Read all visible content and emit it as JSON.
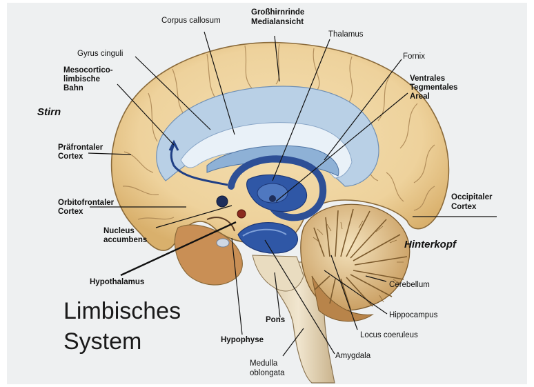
{
  "diagram": {
    "title_lines": [
      "Limbisches",
      "System"
    ],
    "regions": {
      "stirn": "Stirn",
      "hinterkopf": "Hinterkopf"
    },
    "labels": {
      "corpus_callosum": "Corpus callosum",
      "grosshirnrinde_1": "Großhirnrinde",
      "grosshirnrinde_2": "Medialansicht",
      "thalamus": "Thalamus",
      "fornix": "Fornix",
      "vta_1": "Ventrales",
      "vta_2": "Tegmentales",
      "vta_3": "Areal",
      "gyrus_cinguli": "Gyrus cinguli",
      "mesocortico_1": "Mesocortico-",
      "mesocortico_2": "limbische",
      "mesocortico_3": "Bahn",
      "praefrontaler_1": "Präfrontaler",
      "praefrontaler_2": "Cortex",
      "orbitofrontaler_1": "Orbitofrontaler",
      "orbitofrontaler_2": "Cortex",
      "nucleus_1": "Nucleus",
      "nucleus_2": "accumbens",
      "occipitaler_1": "Occipitaler",
      "occipitaler_2": "Cortex",
      "hypothalamus": "Hypothalamus",
      "cerebellum": "Cerebellum",
      "hippocampus": "Hippocampus",
      "locus": "Locus coeruleus",
      "pons": "Pons",
      "hypophyse": "Hypophyse",
      "amygdala": "Amygdala",
      "medulla_1": "Medulla",
      "medulla_2": "oblongata"
    }
  }
}
